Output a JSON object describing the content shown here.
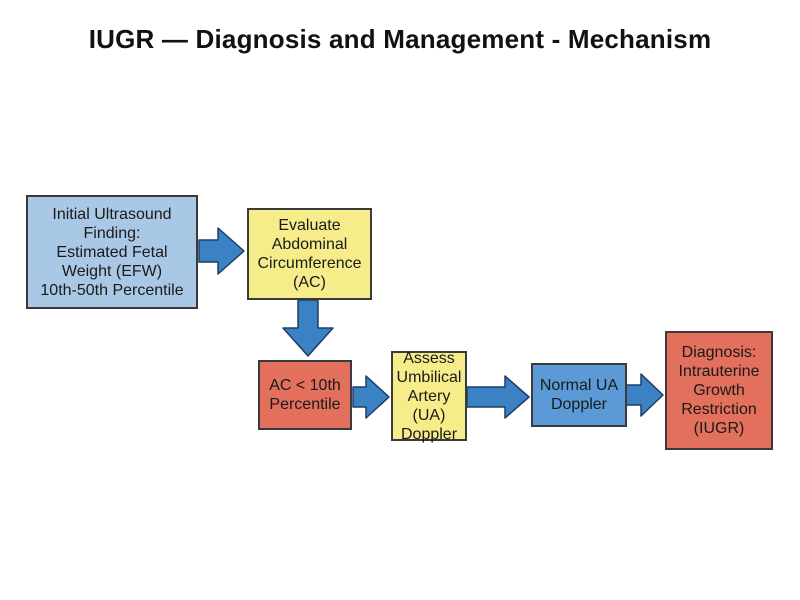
{
  "title": "IUGR — Diagnosis and Management - Mechanism",
  "colors": {
    "blue": "#a9c8e6",
    "yellow": "#f6ec8a",
    "red": "#e36f5d",
    "mid_blue": "#5b9ad6",
    "arrow_fill": "#3a82c4",
    "arrow_stroke": "#1f3d66",
    "border": "#3a3a3a"
  },
  "nodes": {
    "initial": {
      "label": "Initial Ultrasound\nFinding:\nEstimated Fetal\nWeight (EFW)\n10th-50th Percentile",
      "color": "blue"
    },
    "evaluate_ac": {
      "label": "Evaluate\nAbdominal\nCircumference\n(AC)",
      "color": "yellow"
    },
    "ac_low": {
      "label": "AC < 10th\nPercentile",
      "color": "red"
    },
    "assess_ua": {
      "label": "Assess\nUmbilical\nArtery (UA)\nDoppler",
      "color": "yellow"
    },
    "normal_ua": {
      "label": "Normal UA\nDoppler",
      "color": "mid_blue"
    },
    "diagnosis": {
      "label": "Diagnosis:\nIntrauterine\nGrowth\nRestriction\n(IUGR)",
      "color": "red"
    }
  }
}
